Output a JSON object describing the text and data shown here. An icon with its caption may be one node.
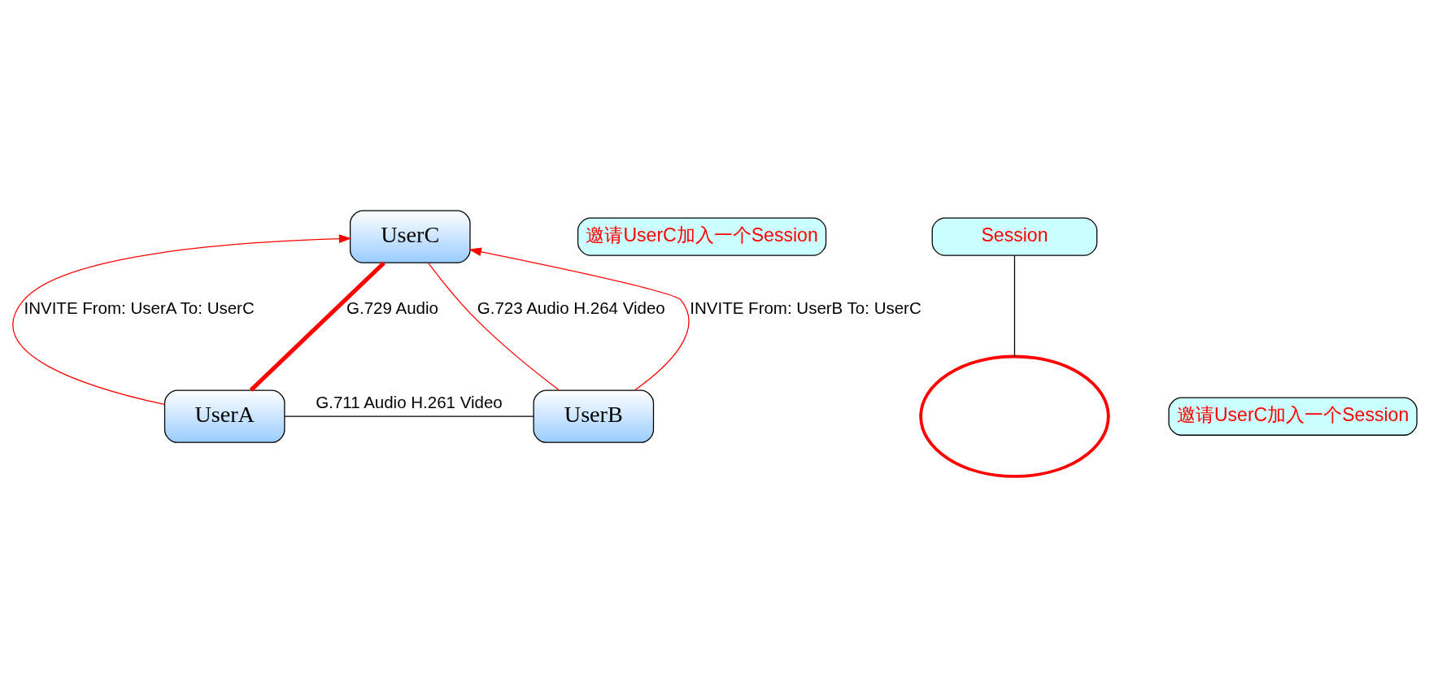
{
  "diagram": {
    "nodes": [
      {
        "text": [
          "UserC"
        ]
      },
      {
        "text": [
          "UserA"
        ]
      },
      {
        "text": [
          "UserB"
        ]
      },
      {
        "text": [
          "邀请UserC加入一个Session"
        ]
      },
      {
        "text": [
          "Session"
        ]
      },
      {
        "text": [
          "邀请UserC加入一个Session"
        ]
      },
      {
        "text": [],
        "shape": "circle"
      }
    ],
    "edges": [
      {
        "from": 1,
        "to": 0,
        "arrow": "to",
        "label": "INVITE From: UserA To: UserC",
        "color": "#ff0000"
      },
      {
        "from": 2,
        "to": 0,
        "arrow": "to",
        "label": "INVITE From: UserB To: UserC",
        "color": "#ff0000"
      },
      {
        "from": 1,
        "to": 0,
        "arrow": "none",
        "label": "G.729 Audio",
        "style": "thick",
        "color": "#ff0000"
      },
      {
        "from": 0,
        "to": 2,
        "arrow": "none",
        "label": "G.723 Audio H.264 Video",
        "color": "#ff0000"
      },
      {
        "from": 1,
        "to": 2,
        "arrow": "none",
        "label": "G.711 Audio H.261 Video",
        "color": "#000000"
      },
      {
        "from": 4,
        "to": 6,
        "arrow": "none",
        "color": "#000000"
      }
    ]
  }
}
